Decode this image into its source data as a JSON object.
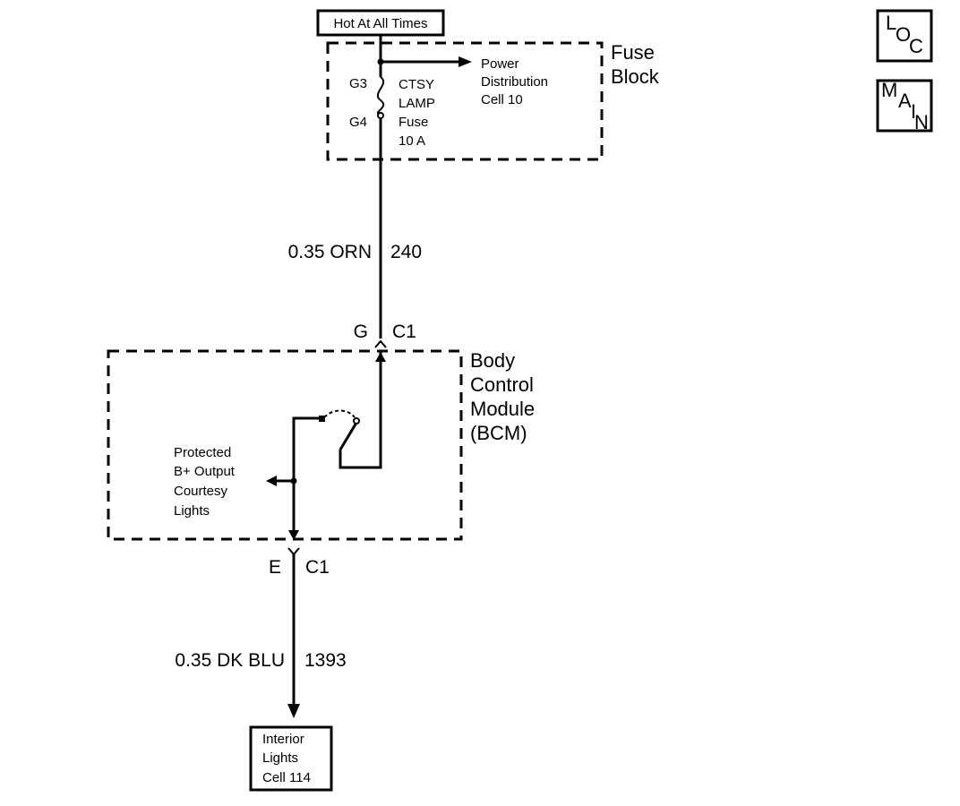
{
  "top_source": {
    "label": "Hot At All Times"
  },
  "nav_buttons": {
    "loc": {
      "chars": [
        "L",
        "O",
        "C"
      ]
    },
    "main": {
      "chars": [
        "M",
        "A",
        "I",
        "N"
      ]
    }
  },
  "fuse_block": {
    "title_lines": [
      "Fuse",
      "Block"
    ],
    "terminal_top": "G3",
    "terminal_bottom": "G4",
    "fuse_lines": [
      "CTSY",
      "LAMP",
      "Fuse",
      "10 A"
    ],
    "branch_lines": [
      "Power",
      "Distribution",
      "Cell 10"
    ]
  },
  "wire_upper": {
    "size_color": "0.35 ORN",
    "circuit": "240"
  },
  "connector_upper": {
    "pin": "G",
    "connector": "C1"
  },
  "bcm": {
    "title_lines": [
      "Body",
      "Control",
      "Module",
      "(BCM)"
    ],
    "output_lines": [
      "Protected",
      "B+ Output",
      "Courtesy",
      "Lights"
    ]
  },
  "connector_lower": {
    "pin": "E",
    "connector": "C1"
  },
  "wire_lower": {
    "size_color": "0.35 DK BLU",
    "circuit": "1393"
  },
  "destination": {
    "lines": [
      "Interior",
      "Lights",
      "Cell 114"
    ]
  }
}
